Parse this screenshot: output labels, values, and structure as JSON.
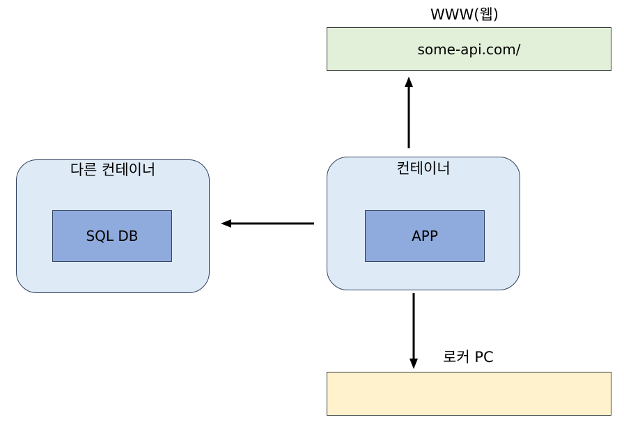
{
  "web": {
    "caption": "WWW(웹)",
    "url": "some-api.com/"
  },
  "other_container": {
    "caption": "다른 컨테이너",
    "db_label": "SQL DB"
  },
  "app_container": {
    "caption": "컨테이너",
    "app_label": "APP"
  },
  "local_pc": {
    "caption": "로커 PC"
  },
  "colors": {
    "web_box": "#e2efd9",
    "container_box": "#deebf7",
    "inner_box": "#8faadc",
    "pc_box": "#fff2cc",
    "arrow": "#000000"
  }
}
